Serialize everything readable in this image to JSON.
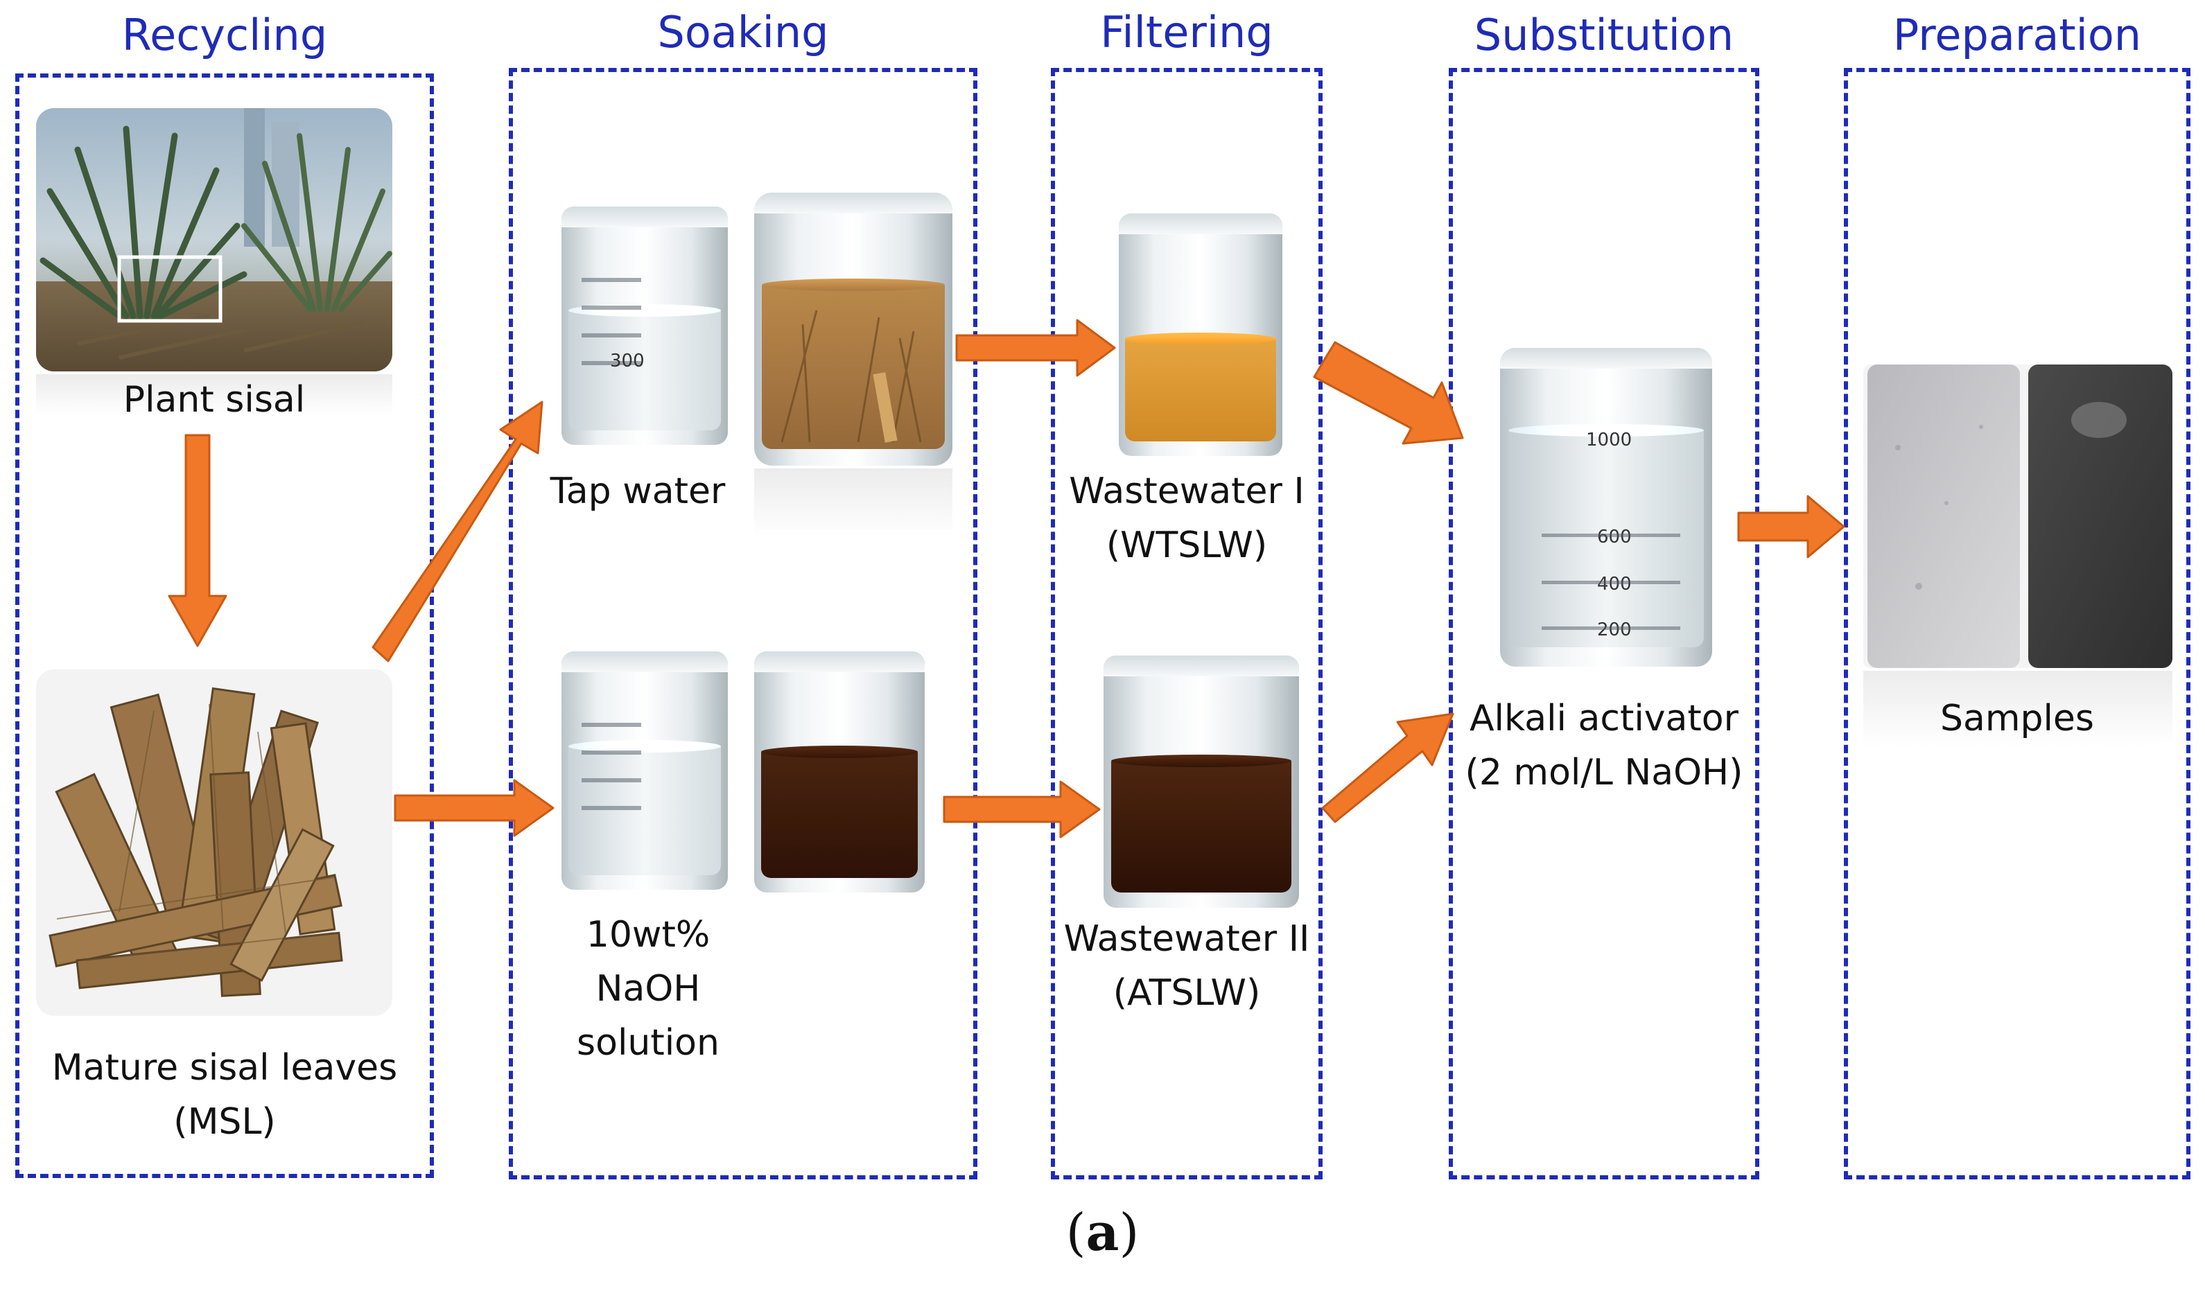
{
  "stages": [
    {
      "title": "Recycling"
    },
    {
      "title": "Soaking"
    },
    {
      "title": "Filtering"
    },
    {
      "title": "Substitution"
    },
    {
      "title": "Preparation"
    }
  ],
  "labels": {
    "plant_sisal": "Plant sisal",
    "msl_line1": "Mature sisal leaves",
    "msl_line2": "(MSL)",
    "tap_water": "Tap water",
    "naoh_line1": "10wt%",
    "naoh_line2": "NaOH",
    "naoh_line3": "solution",
    "ww1_line1": "Wastewater I",
    "ww1_line2": "(WTSLW)",
    "ww2_line1": "Wastewater II",
    "ww2_line2": "(ATSLW)",
    "activator_line1": "Alkali activator",
    "activator_line2": "(2 mol/L NaOH)",
    "samples": "Samples"
  },
  "beaker_marks": {
    "tap_beaker": "300",
    "activator_1000": "1000",
    "activator_600": "600",
    "activator_400": "400",
    "activator_200": "200"
  },
  "caption": {
    "open": "(",
    "letter": "a",
    "close": ")"
  },
  "colors": {
    "box_border": "#1f2bb8",
    "title_text": "#1f2bb8",
    "arrow_fill": "#f07828",
    "arrow_stroke": "#c85a14",
    "brown_liquid": "#a8793a",
    "amber_liquid": "#d9942e",
    "dark_liquid": "#3a1a08"
  }
}
